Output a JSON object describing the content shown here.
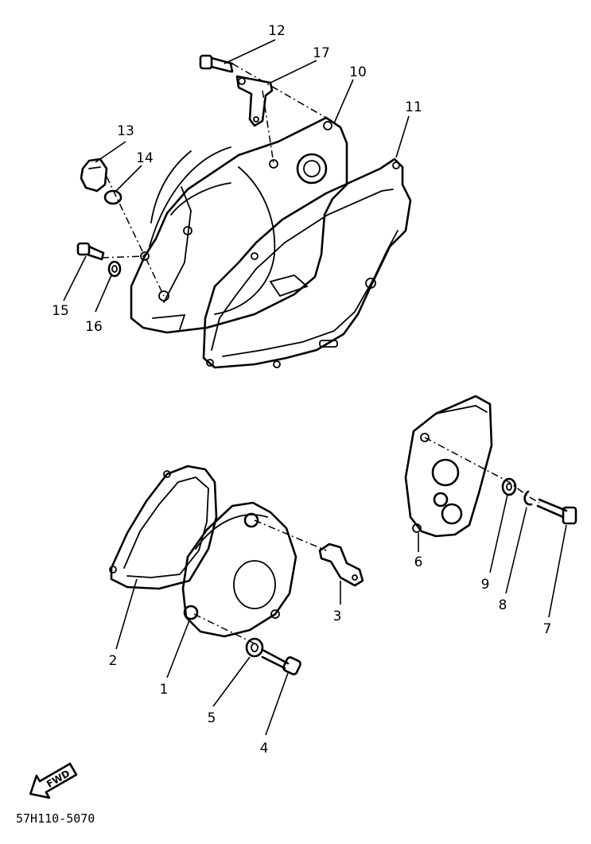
{
  "diagram_code": "57H110-5070",
  "fwd_label": "FWD",
  "callouts": [
    "1",
    "2",
    "3",
    "4",
    "5",
    "6",
    "7",
    "8",
    "9",
    "10",
    "11",
    "12",
    "13",
    "14",
    "15",
    "16",
    "17"
  ]
}
